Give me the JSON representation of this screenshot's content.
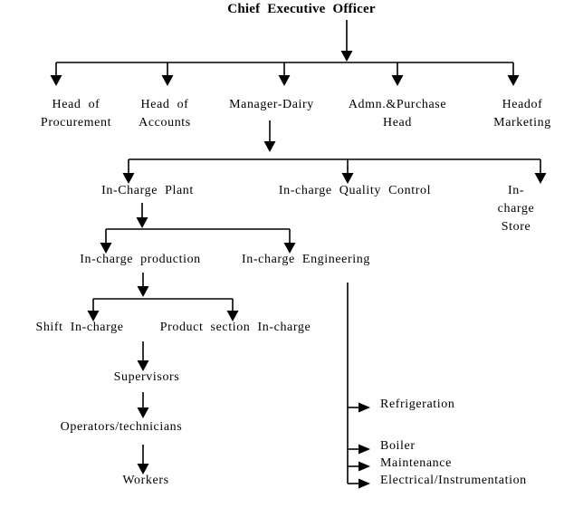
{
  "diagram": {
    "type": "organization-chart",
    "title": "Chief Executive Officer",
    "colors": {
      "line": "#000000",
      "text": "#000000",
      "background": "#ffffff"
    },
    "nodes": {
      "ceo": "Chief Executive Officer",
      "head_procurement": "Head of\nProcurement",
      "head_accounts": "Head of\nAccounts",
      "manager_dairy": "Manager-Dairy",
      "admn_purchase": "Admn.&Purchase\nHead",
      "head_marketing": "Headof\nMarketing",
      "in_charge_plant": "In-Charge Plant",
      "in_charge_quality": "In-charge Quality Control",
      "in_charge_store": "In-charge Store",
      "in_charge_production": "In-charge production",
      "in_charge_engineering": "In-charge Engineering",
      "shift_in_charge": "Shift In-charge",
      "product_section": "Product section In-charge",
      "supervisors": "Supervisors",
      "operators": "Operators/technicians",
      "workers": "Workers",
      "refrigeration": "Refrigeration",
      "boiler": "Boiler",
      "maintenance": "Maintenance",
      "electrical": "Electrical/Instrumentation"
    },
    "edges": [
      [
        "ceo",
        "head_procurement"
      ],
      [
        "ceo",
        "head_accounts"
      ],
      [
        "ceo",
        "manager_dairy"
      ],
      [
        "ceo",
        "admn_purchase"
      ],
      [
        "ceo",
        "head_marketing"
      ],
      [
        "manager_dairy",
        "in_charge_plant"
      ],
      [
        "manager_dairy",
        "in_charge_quality"
      ],
      [
        "manager_dairy",
        "in_charge_store"
      ],
      [
        "in_charge_plant",
        "in_charge_production"
      ],
      [
        "in_charge_plant",
        "in_charge_engineering"
      ],
      [
        "in_charge_production",
        "shift_in_charge"
      ],
      [
        "in_charge_production",
        "product_section"
      ],
      [
        "in_charge_production",
        "supervisors"
      ],
      [
        "supervisors",
        "operators"
      ],
      [
        "operators",
        "workers"
      ],
      [
        "in_charge_engineering",
        "refrigeration"
      ],
      [
        "in_charge_engineering",
        "boiler"
      ],
      [
        "in_charge_engineering",
        "maintenance"
      ],
      [
        "in_charge_engineering",
        "electrical"
      ]
    ]
  }
}
